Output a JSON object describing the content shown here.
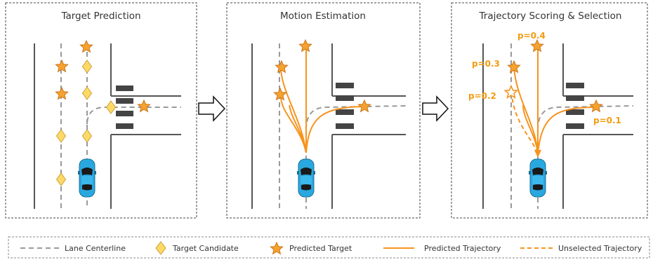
{
  "colors": {
    "orange": "#f7941d",
    "star_fill": "#f7a22e",
    "star_stroke": "#c9761a",
    "diamond_fill": "#ffd966",
    "diamond_stroke": "#c9a23a",
    "lane_dash": "#999999",
    "road": "#555555",
    "crosswalk": "#444444",
    "car_body": "#29a8e0",
    "panel_border": "#444444"
  },
  "panels": [
    {
      "title": "Target Prediction"
    },
    {
      "title": "Motion Estimation"
    },
    {
      "title": "Trajectory Scoring & Selection"
    }
  ],
  "probabilities": {
    "p1": "p=0.4",
    "p2": "p=0.3",
    "p3": "p=0.2",
    "p4": "p=0.1"
  },
  "legend": {
    "lane": "Lane Centerline",
    "candidate": "Target Candidate",
    "predicted_target": "Predicted Target",
    "predicted_trajectory": "Predicted Trajectory",
    "unselected_trajectory": "Unselected Trajectory"
  },
  "icons": {
    "arrow": "hollow-right-arrow-icon",
    "car": "car-icon",
    "star": "star-icon",
    "diamond": "diamond-icon"
  }
}
